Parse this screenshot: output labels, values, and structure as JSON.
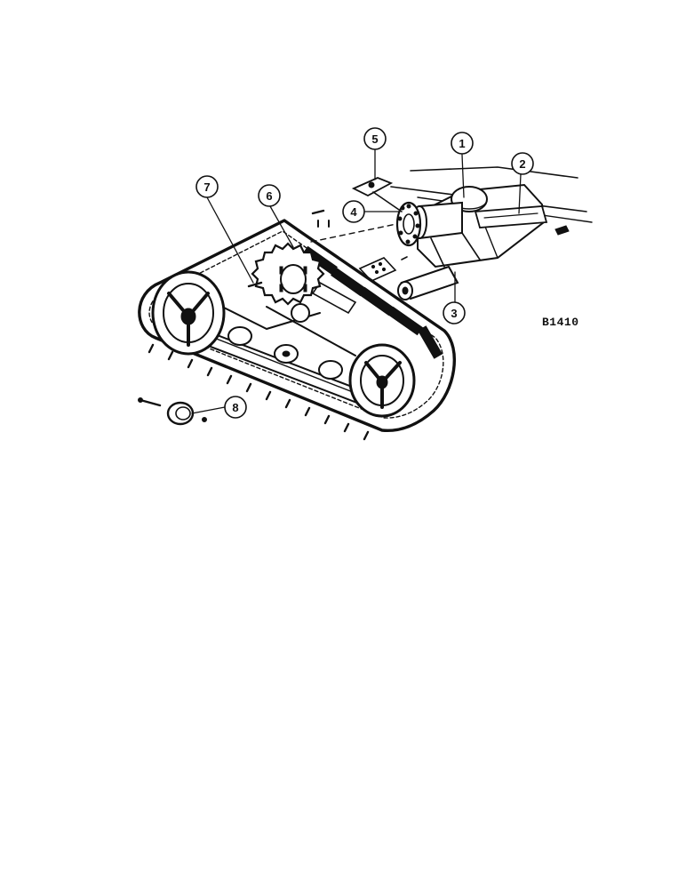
{
  "figure": {
    "code": "B1410"
  },
  "callouts": [
    {
      "id": "1",
      "label": "1",
      "part": "axle-housing"
    },
    {
      "id": "2",
      "label": "2",
      "part": "rear-frame-rail"
    },
    {
      "id": "3",
      "label": "3",
      "part": "track-frame-pivot-shaft"
    },
    {
      "id": "4",
      "label": "4",
      "part": "drive-flange"
    },
    {
      "id": "5",
      "label": "5",
      "part": "mounting-bracket"
    },
    {
      "id": "6",
      "label": "6",
      "part": "drive-sprocket"
    },
    {
      "id": "7",
      "label": "7",
      "part": "track-chain"
    },
    {
      "id": "8",
      "label": "8",
      "part": "idler-hub-cap"
    }
  ]
}
